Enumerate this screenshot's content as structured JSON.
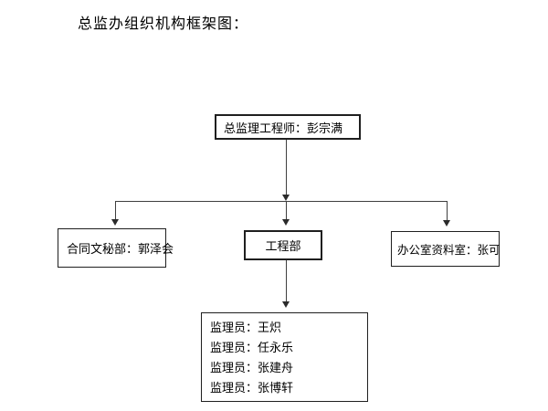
{
  "title": "总监办组织机构框架图：",
  "org_chart": {
    "root": {
      "label": "总监理工程师：彭宗满"
    },
    "departments": [
      {
        "label": "合同文秘部：郭泽会"
      },
      {
        "label": "工程部"
      },
      {
        "label": "办公室资料室：张可"
      }
    ],
    "staff_box": {
      "lines": [
        "监理员：王炽",
        "监理员：任永乐",
        "监理员：张建舟",
        "监理员：张博轩"
      ]
    }
  },
  "colors": {
    "background": "#ffffff",
    "text": "#000000",
    "box_border": "#1f1f1f",
    "connector": "#3f3f3f"
  }
}
